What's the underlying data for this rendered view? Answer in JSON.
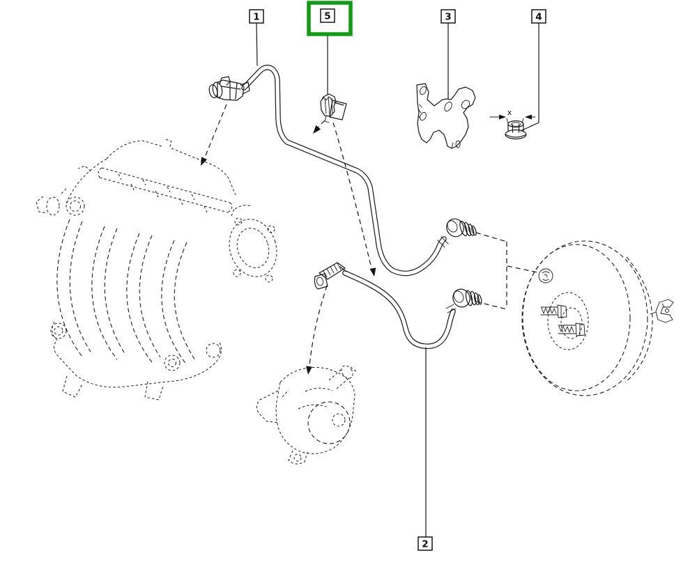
{
  "diagram": {
    "type": "exploded-parts-diagram",
    "background": "#ffffff",
    "line_color": "#161616",
    "highlight_color": "#149b14",
    "dimension_label": "x",
    "callouts": [
      {
        "label": "1",
        "highlighted": false,
        "part": "vacuum-pipe-assembly"
      },
      {
        "label": "5",
        "highlighted": true,
        "part": "pipe-retaining-clip"
      },
      {
        "label": "3",
        "highlighted": false,
        "part": "mounting-bracket"
      },
      {
        "label": "4",
        "highlighted": false,
        "part": "flanged-nut"
      },
      {
        "label": "2",
        "highlighted": false,
        "part": "vacuum-hose-assembly"
      }
    ],
    "reference_parts": [
      "intake-manifold",
      "vacuum-pump",
      "brake-booster"
    ]
  }
}
